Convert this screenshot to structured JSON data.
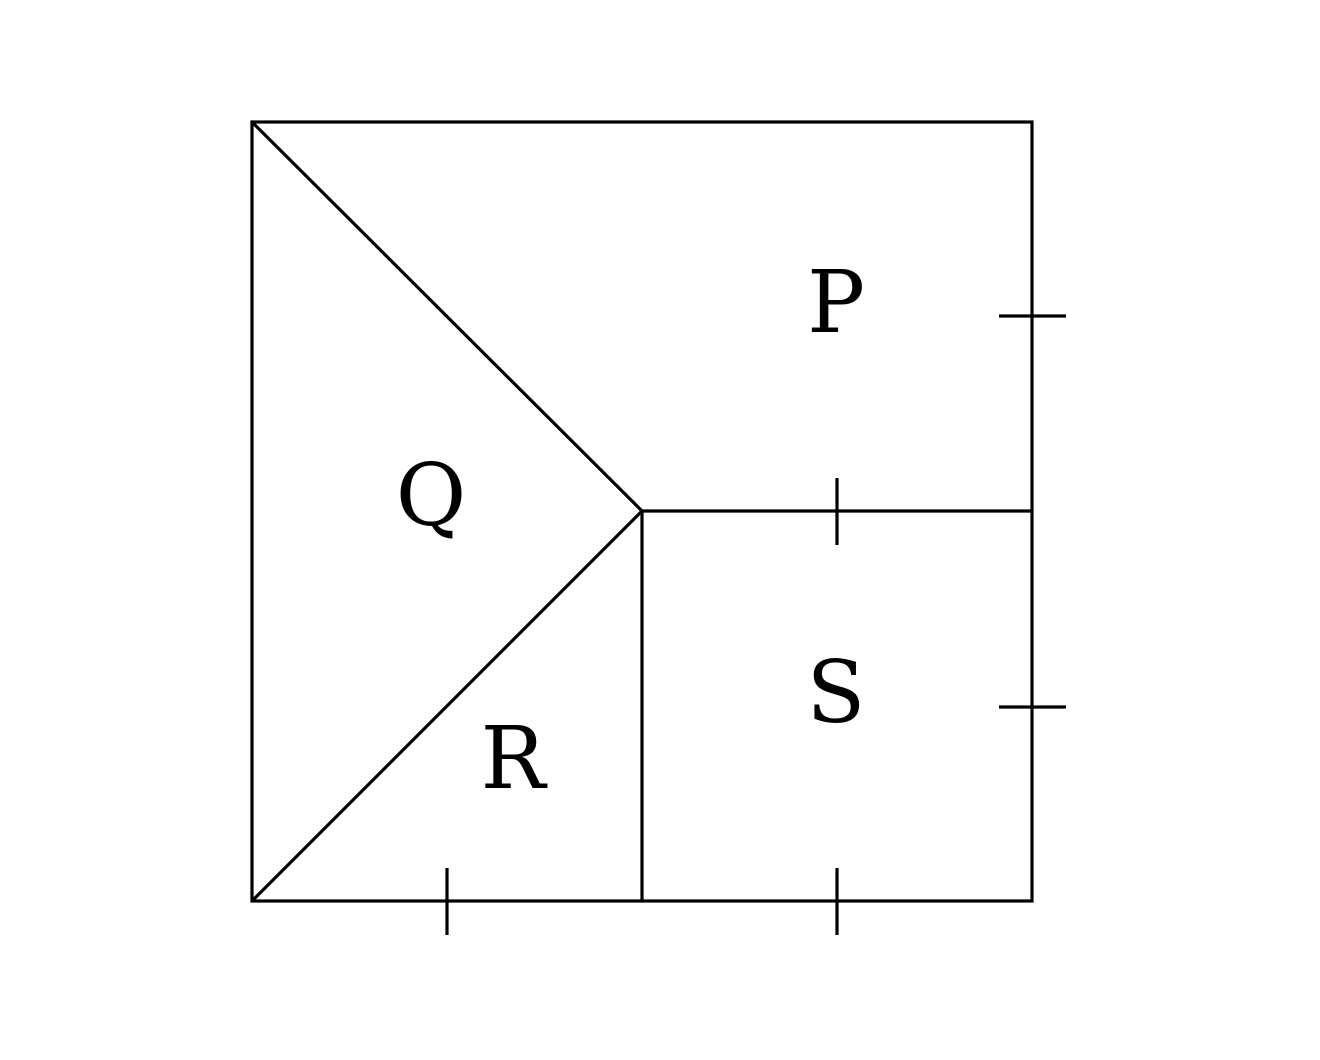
{
  "regions": {
    "P": "P",
    "Q": "Q",
    "R": "R",
    "S": "S"
  },
  "colors": {
    "stroke": "#000000",
    "background": "#ffffff"
  }
}
